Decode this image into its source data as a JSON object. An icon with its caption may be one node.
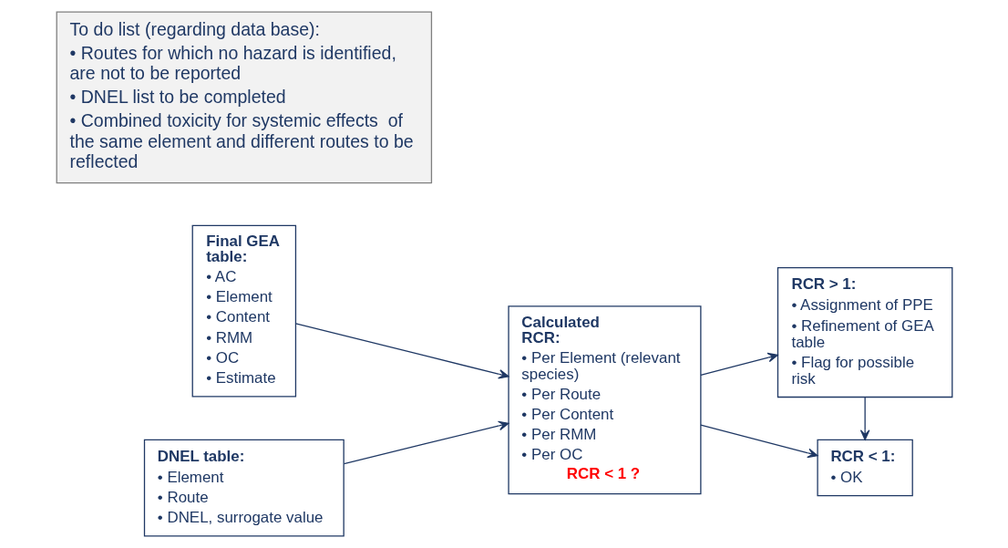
{
  "diagram": {
    "nodes": [
      {
        "text": [
          "Final GEA table:",
          "• AC",
          "• Element",
          "• Content",
          "• RMM",
          "• OC",
          "• Estimate"
        ]
      },
      {
        "text": [
          "DNEL table:",
          "• Element",
          "• Route",
          "• DNEL, surrogate value"
        ]
      },
      {
        "text": [
          "Calculated RCR:",
          "• Per Element (relevant species)",
          "• Per Route",
          "• Per Content",
          "• Per RMM",
          "• Per OC",
          "RCR < 1 ?"
        ]
      },
      {
        "text": [
          "RCR > 1:",
          "• Assignment of PPE",
          "• Refinement of GEA table",
          "• Flag for possible risk"
        ]
      },
      {
        "text": [
          "RCR < 1:",
          "• OK"
        ]
      },
      {
        "text": [
          "To do list (regarding data base):",
          "• Routes for which no hazard is identified, are not to be reported",
          "• DNEL list to be completed",
          "• Combined toxicity for systemic effects  of the same element and different routes to be reflected"
        ]
      }
    ],
    "edges": [
      {
        "from": 0,
        "to": 2,
        "arrow": "to"
      },
      {
        "from": 1,
        "to": 2,
        "arrow": "to"
      },
      {
        "from": 2,
        "to": 3,
        "arrow": "to"
      },
      {
        "from": 2,
        "to": 4,
        "arrow": "to"
      },
      {
        "from": 3,
        "to": 4,
        "arrow": "to"
      }
    ]
  }
}
